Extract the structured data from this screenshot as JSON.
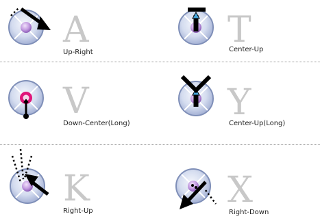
{
  "entries": [
    {
      "letter": "A",
      "label": "Up-Right",
      "icon": "joystick-up-right-icon"
    },
    {
      "letter": "T",
      "label": "Center-Up",
      "icon": "joystick-center-up-icon"
    },
    {
      "letter": "V",
      "label": "Down-Center(Long)",
      "icon": "joystick-down-center-long-icon"
    },
    {
      "letter": "Y",
      "label": "Center-Up(Long)",
      "icon": "joystick-center-up-long-icon"
    },
    {
      "letter": "K",
      "label": "Right-Up",
      "icon": "joystick-right-up-icon"
    },
    {
      "letter": "X",
      "label": "Right-Down",
      "icon": "joystick-right-down-icon"
    }
  ],
  "colors": {
    "pad_rim": "#7f8fb8",
    "pad_fill": "#d4dcef",
    "knob": "#b88fd6",
    "center_active": "#e0167a",
    "accent_arrow": "#49a9e0",
    "stroke": "#000000",
    "letter": "#c8c8c8"
  }
}
